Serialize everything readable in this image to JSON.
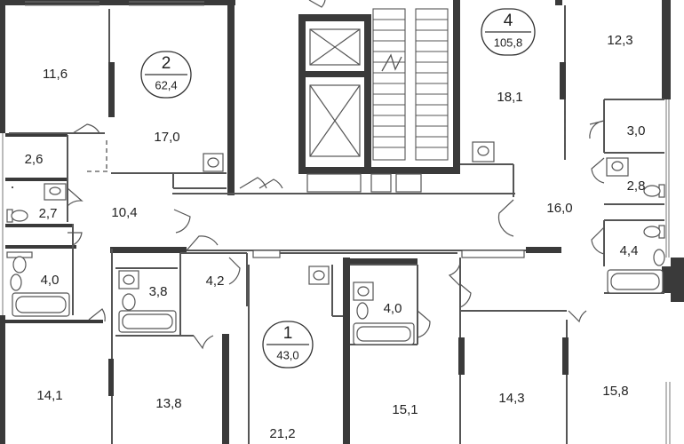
{
  "rooms": {
    "r1": "11,6",
    "r2": "17,0",
    "r3": "2,6",
    "r4": "2,7",
    "r5": "10,4",
    "r6": "4,0",
    "r7": "3,8",
    "r8": "4,2",
    "r9": "14,1",
    "r10": "13,8",
    "r11": "21,2",
    "r12": "4,0",
    "r13": "15,1",
    "r14": "18,1",
    "r15": "12,3",
    "r16": "3,0",
    "r17": "2,8",
    "r18": "16,0",
    "r19": "4,4",
    "r20": "14,3",
    "r21": "15,8"
  },
  "apartments": {
    "a2": {
      "number": "2",
      "area": "62,4"
    },
    "a1": {
      "number": "1",
      "area": "43,0"
    },
    "a4": {
      "number": "4",
      "area": "105,8"
    }
  }
}
